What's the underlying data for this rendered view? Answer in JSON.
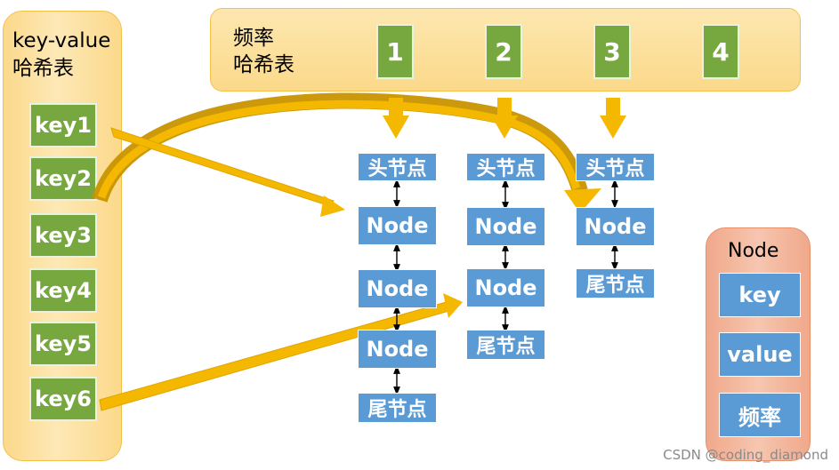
{
  "hash_table": {
    "title_line1": "key-value",
    "title_line2": "哈希表",
    "keys": [
      "key1",
      "key2",
      "key3",
      "key4",
      "key5",
      "key6"
    ]
  },
  "freq_table": {
    "title_line1": "频率",
    "title_line2": "哈希表",
    "buckets": [
      "1",
      "2",
      "3",
      "4"
    ]
  },
  "lists": [
    {
      "head": "头节点",
      "nodes": [
        "Node",
        "Node",
        "Node"
      ],
      "tail": "尾节点"
    },
    {
      "head": "头节点",
      "nodes": [
        "Node",
        "Node"
      ],
      "tail": "尾节点"
    },
    {
      "head": "头节点",
      "nodes": [
        "Node"
      ],
      "tail": "尾节点"
    }
  ],
  "node_struct": {
    "title": "Node",
    "fields": [
      "key",
      "value",
      "频率"
    ]
  },
  "watermark": "CSDN @coding_diamond",
  "colors": {
    "key_green": "#77a83f",
    "node_blue": "#5b9bd5",
    "arrow_gold": "#f5b800",
    "curve_gold": "#c99400"
  }
}
